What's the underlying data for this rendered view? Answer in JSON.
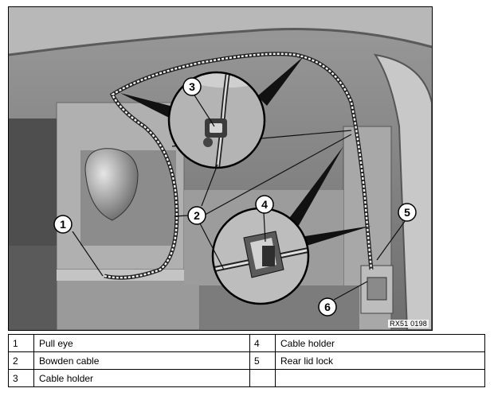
{
  "figure": {
    "code": "RX51 0198",
    "callouts": [
      "1",
      "2",
      "3",
      "4",
      "5",
      "6"
    ]
  },
  "legend": {
    "rows": [
      {
        "left_num": "1",
        "left_label": "Pull eye",
        "right_num": "4",
        "right_label": "Cable holder"
      },
      {
        "left_num": "2",
        "left_label": "Bowden cable",
        "right_num": "5",
        "right_label": "Rear lid lock"
      },
      {
        "left_num": "3",
        "left_label": "Cable holder",
        "right_num": "",
        "right_label": ""
      }
    ]
  }
}
